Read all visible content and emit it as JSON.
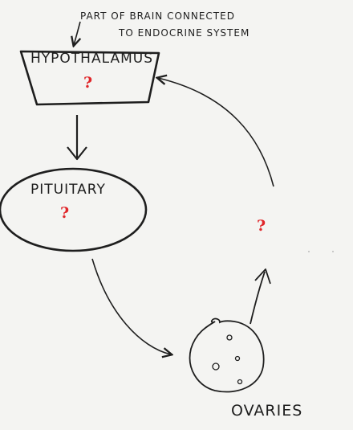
{
  "note": {
    "line1": "PART OF BRAIN CONNECTED",
    "line2": "TO ENDOCRINE SYSTEM"
  },
  "nodes": {
    "hypothalamus": {
      "label": "HYPOTHALAMUS",
      "mark": "?"
    },
    "pituitary": {
      "label": "PITUITARY",
      "mark": "?"
    },
    "ovaries": {
      "label": "OVARIES"
    }
  },
  "return_path": {
    "mark": "?"
  },
  "colors": {
    "ink": "#1e1e1e",
    "question": "#e0262a",
    "board": "#f4f4f2"
  }
}
